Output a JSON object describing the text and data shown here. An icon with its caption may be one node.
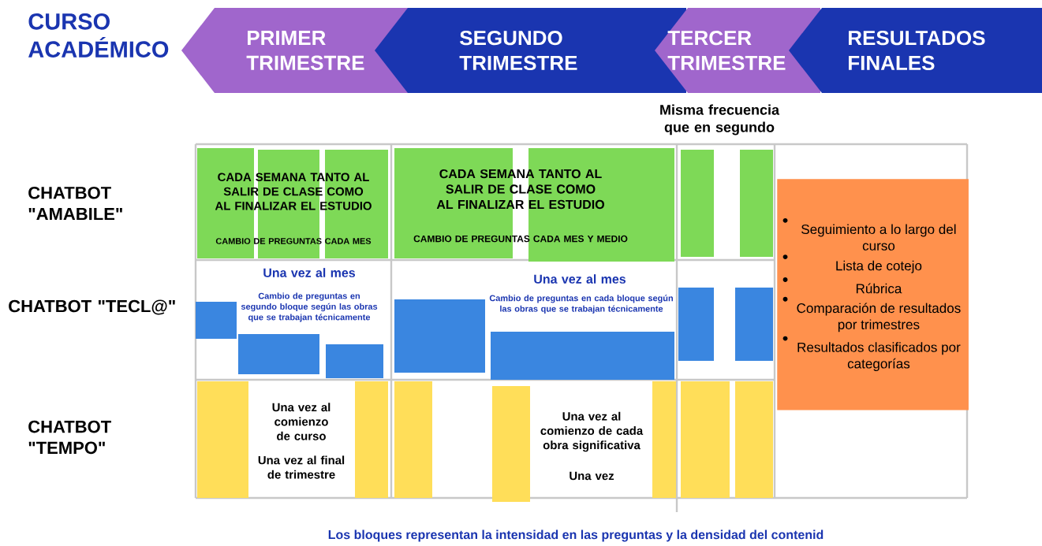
{
  "diagram": {
    "caption": "Los bloques representan la intensidad en las preguntas y la densidad del contenid",
    "nodes": [
      {
        "text": [
          "PRIMER TRIMESTRE"
        ]
      },
      {
        "text": [
          "SEGUNDO TRIMESTRE"
        ]
      },
      {
        "text": [
          "TERCER TRIMESTRE"
        ]
      },
      {
        "text": [
          "RESULTADOS FINALES"
        ]
      },
      {
        "text": [
          "Seguimiento a lo largo del curso",
          "Lista de cotejo",
          "Rúbrica",
          "Comparación de resultados por trimestres",
          "Resultados clasificados por categorías"
        ]
      }
    ],
    "labels": [
      "CURSO ACADÉMICO",
      "Misma frecuencia que en segundo",
      "CHATBOT \"AMABILE\"",
      "CADA SEMANA TANTO AL SALIR DE CLASE COMO AL FINALIZAR EL ESTUDIO",
      "CAMBIO DE PREGUNTAS CADA MES",
      "CADA SEMANA TANTO AL SALIR DE CLASE COMO AL FINALIZAR EL ESTUDIO",
      "CAMBIO DE PREGUNTAS CADA MES Y MEDIO",
      "CHATBOT \"TECL@\"",
      "Una vez al mes",
      "Cambio de preguntas en segundo bloque según las obras que se trabajan técnicamente",
      "Una vez al mes",
      "Cambio de preguntas en cada bloque según las obras que se trabajan técnicamente",
      "CHATBOT \"TEMPO\"",
      "Una vez al comienzo de curso",
      "Una vez al final de trimestre",
      "Una vez al comienzo de cada obra significativa",
      "Una vez"
    ]
  }
}
